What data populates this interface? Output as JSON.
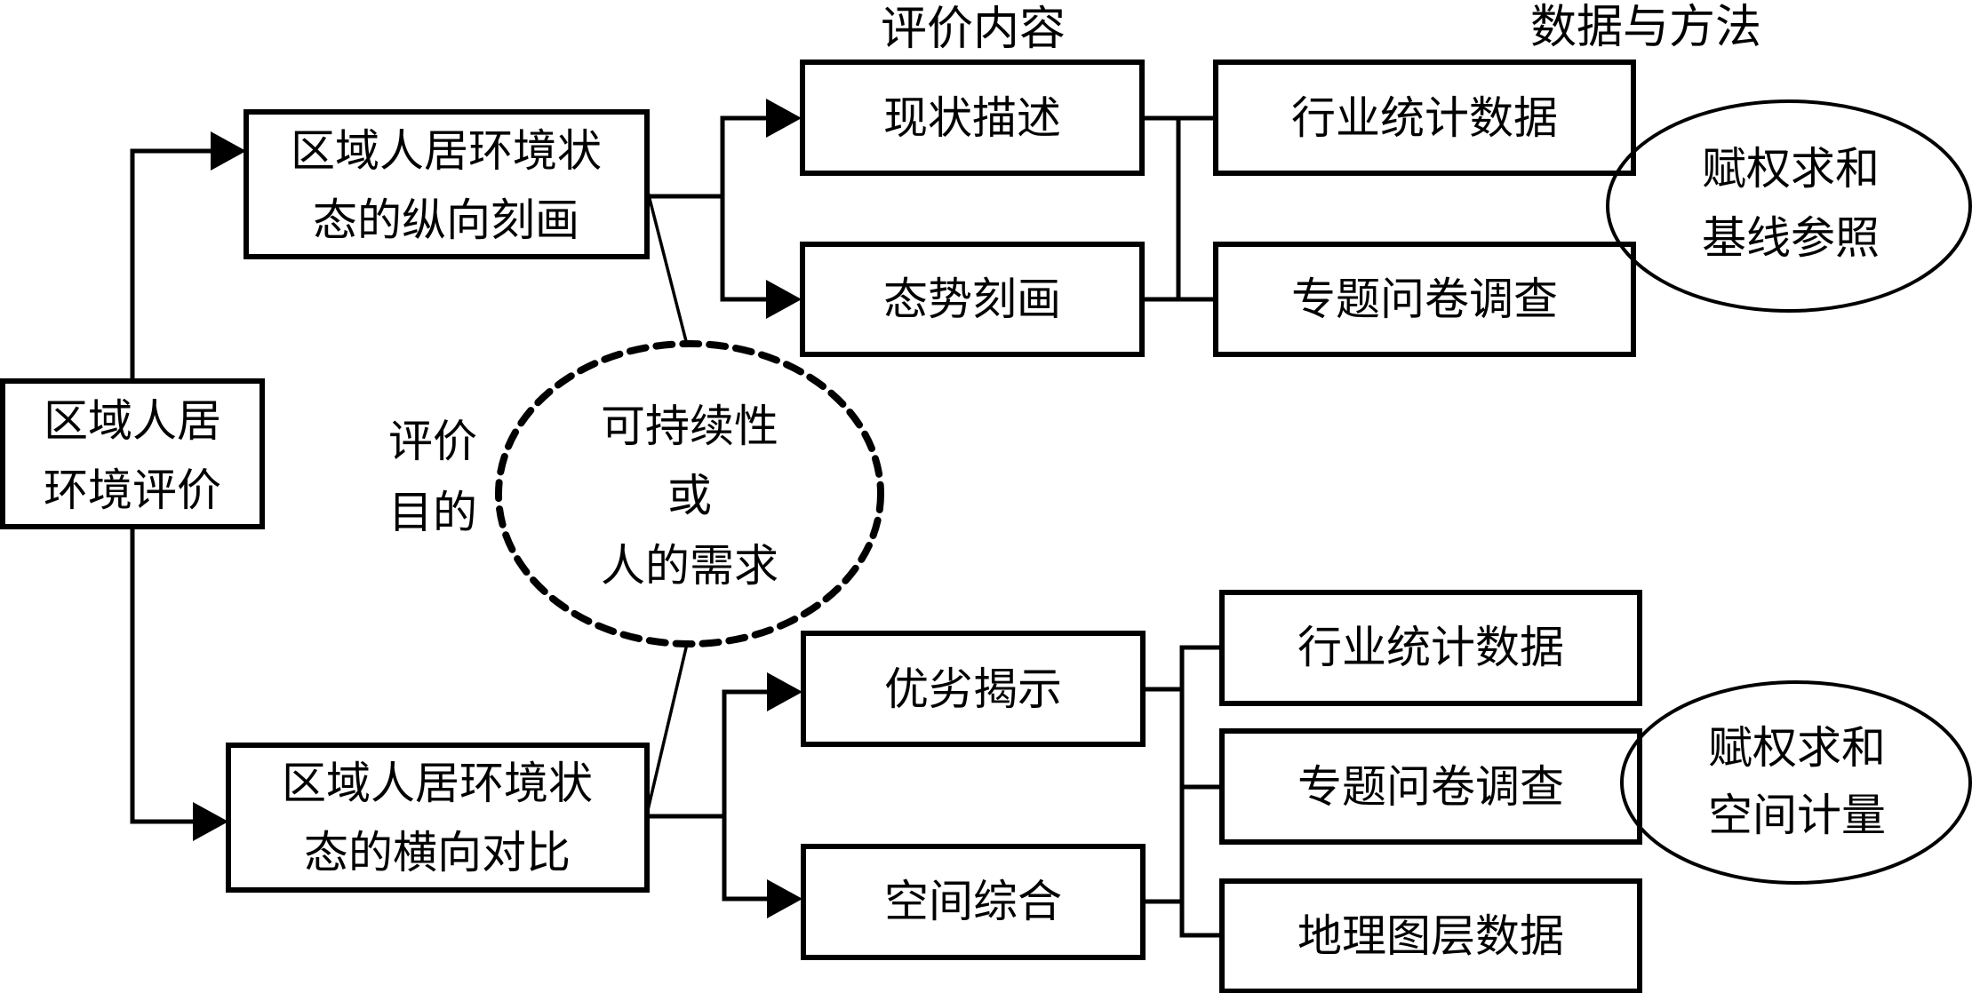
{
  "diagram": {
    "root": {
      "lines": [
        "区域人居",
        "环境评价"
      ]
    },
    "branches": [
      {
        "lines": [
          "区域人居环境状",
          "态的纵向刻画"
        ],
        "contents": [
          "现状描述",
          "态势刻画"
        ],
        "data_sources": [
          "行业统计数据",
          "专题问卷调查"
        ],
        "method": {
          "lines": [
            "赋权求和",
            "基线参照"
          ]
        }
      },
      {
        "lines": [
          "区域人居环境状",
          "态的横向对比"
        ],
        "contents": [
          "优劣揭示",
          "空间综合"
        ],
        "data_sources": [
          "行业统计数据",
          "专题问卷调查",
          "地理图层数据"
        ],
        "method": {
          "lines": [
            "赋权求和",
            "空间计量"
          ]
        }
      }
    ],
    "purpose": {
      "label_lines": [
        "评价",
        "目的"
      ],
      "ellipse_lines": [
        "可持续性",
        "或",
        "人的需求"
      ]
    },
    "headers": {
      "content": "评价内容",
      "data_methods": "数据与方法"
    }
  }
}
